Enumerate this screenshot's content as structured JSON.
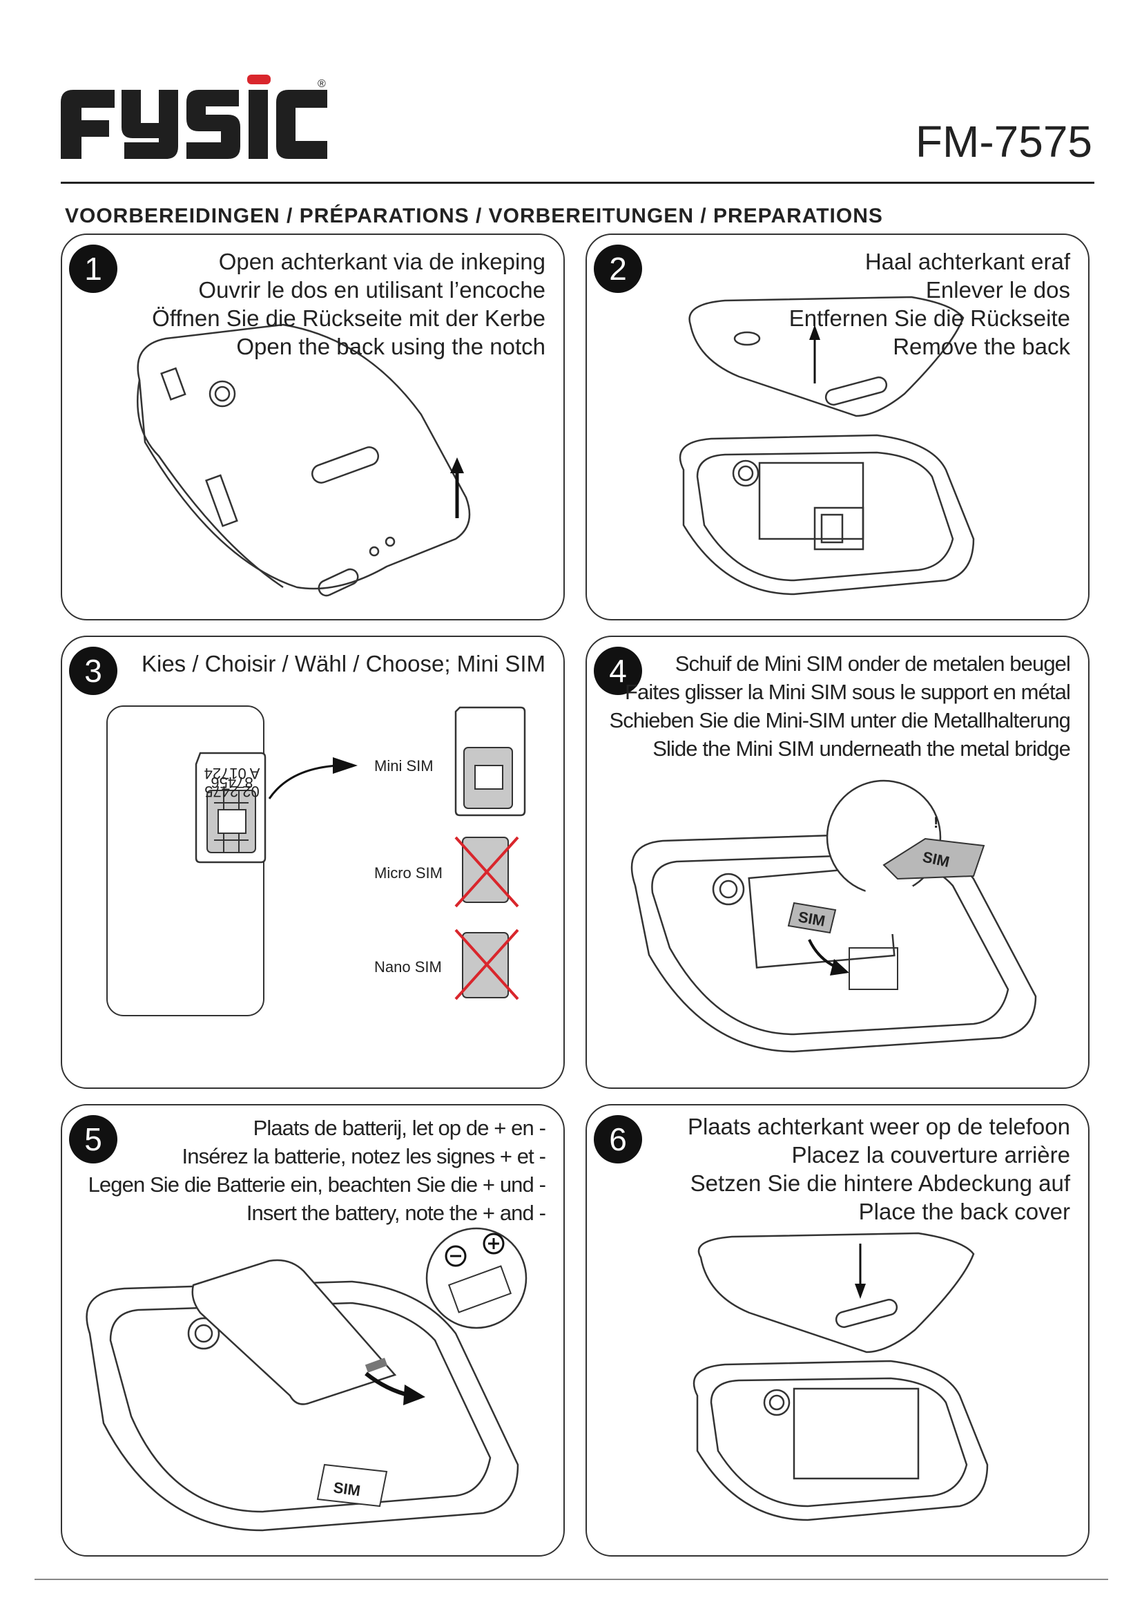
{
  "brand": "FYSIC",
  "model": "FM-7575",
  "section_title": "VOORBEREIDINGEN / PRÉPARATIONS / VORBEREITUNGEN / PREPARATIONS",
  "steps": [
    {
      "number": "1",
      "lines": [
        "Open achterkant via de inkeping",
        "Ouvrir le dos en utilisant l’encoche",
        "Öffnen Sie die Rückseite mit der Kerbe",
        "Open the back using the notch"
      ]
    },
    {
      "number": "2",
      "lines": [
        "Haal achterkant eraf",
        "Enlever le dos",
        "Entfernen Sie die Rückseite",
        "Remove the back"
      ]
    },
    {
      "number": "3",
      "lines": [
        "Kies / Choisir / Wähl / Choose; Mini SIM"
      ],
      "sim_types": [
        "Mini SIM",
        "Micro SIM",
        "Nano SIM"
      ],
      "sim_code": [
        "02 2475",
        "87456",
        "A 01724"
      ]
    },
    {
      "number": "4",
      "lines": [
        "Schuif de Mini SIM onder de metalen beugel",
        "Faites glisser la Mini SIM sous le support en métal",
        "Schieben Sie die Mini-SIM unter die Metallhalterung",
        "Slide the Mini SIM underneath the metal bridge"
      ],
      "detail_labels": [
        "SIM",
        "SIM",
        "!"
      ]
    },
    {
      "number": "5",
      "lines": [
        "Plaats de batterij, let op de + en -",
        "Insérez la batterie, notez les signes + et -",
        "Legen Sie die Batterie ein, beachten Sie die + und -",
        "Insert the battery, note the + and -"
      ],
      "detail_labels": [
        "SIM"
      ]
    },
    {
      "number": "6",
      "lines": [
        "Plaats achterkant weer op de telefoon",
        "Placez la couverture arrière",
        "Setzen Sie die hintere Abdeckung auf",
        "Place the back cover"
      ]
    }
  ],
  "colors": {
    "ink": "#1a1a1a",
    "cross": "#d9262c",
    "sim_fill": "#c8c8c8"
  }
}
